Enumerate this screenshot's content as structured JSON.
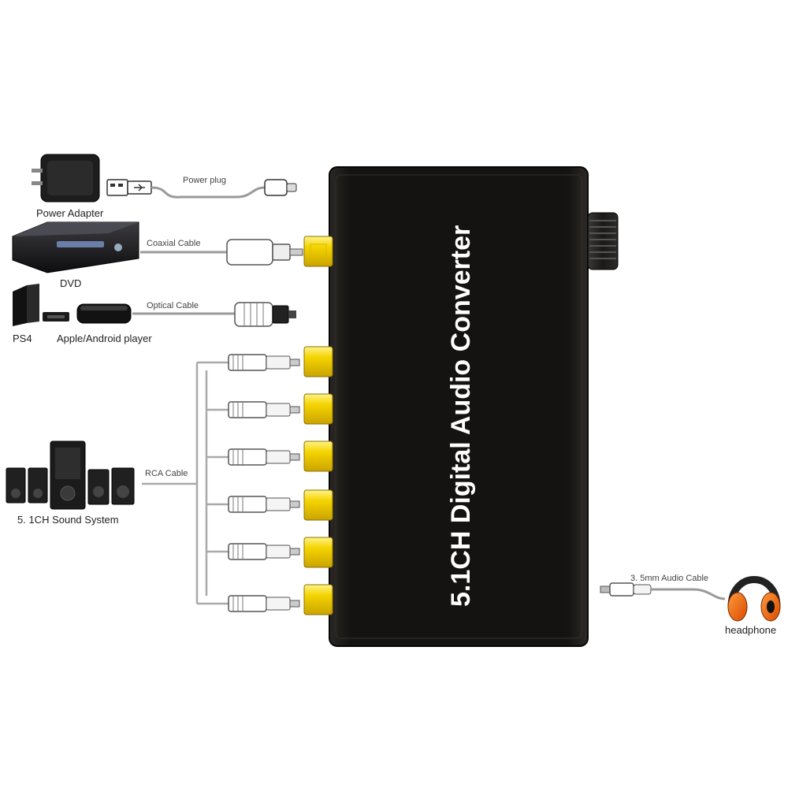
{
  "device": {
    "title": "5.1CH Digital Audio Converter",
    "body_color": "#151311",
    "jack_color": "#f5d400"
  },
  "sources": {
    "power_adapter": "Power Adapter",
    "dvd": "DVD",
    "ps4": "PS4",
    "android_player": "Apple/Android player",
    "sound_system": "5. 1CH  Sound System",
    "headphone": "headphone"
  },
  "cables": {
    "power": "Power plug",
    "coaxial": "Coaxial Cable",
    "optical": "Optical Cable",
    "rca": "RCA Cable",
    "audio": "3. 5mm Audio Cable"
  },
  "icons": {
    "power_adapter": "power-adapter-icon",
    "usb": "usb-icon",
    "micro_usb": "micro-usb-icon",
    "dvd": "dvd-player-icon",
    "ps4": "ps4-console-icon",
    "tv_box": "tv-box-icon",
    "speakers": "speaker-system-icon",
    "headphone": "headphone-icon",
    "volume_knob": "volume-knob-icon"
  }
}
